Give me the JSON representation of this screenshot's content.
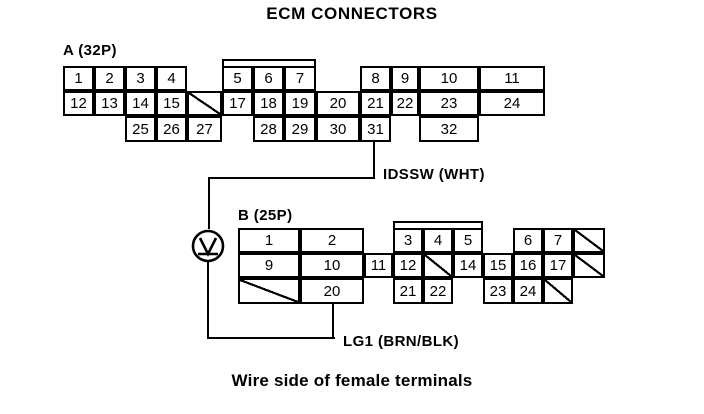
{
  "page": {
    "title": "ECM CONNECTORS",
    "caption": "Wire side of female terminals"
  },
  "connectors": [
    {
      "id": "A",
      "label": "A (32P)",
      "pin_count": 32,
      "rows": [
        [
          "1",
          "2",
          "3",
          "4",
          "",
          "5",
          "6",
          "7",
          "",
          "8",
          "9",
          "10",
          "11"
        ],
        [
          "12",
          "13",
          "14",
          "15",
          "diag",
          "17",
          "18",
          "19",
          "20",
          "21",
          "22",
          "23",
          "24"
        ],
        [
          "",
          "",
          "25",
          "26",
          "27",
          "",
          "28",
          "29",
          "30",
          "31",
          "",
          "32",
          ""
        ]
      ]
    },
    {
      "id": "B",
      "label": "B (25P)",
      "pin_count": 25,
      "rows": [
        [
          "1",
          "2",
          "",
          "3",
          "4",
          "5",
          "",
          "6",
          "7",
          "diag"
        ],
        [
          "9",
          "10",
          "11",
          "12",
          "diag",
          "14",
          "15",
          "16",
          "17",
          "diag"
        ],
        [
          "diag",
          "20",
          "",
          "21",
          "22",
          "",
          "23",
          "24",
          "diag",
          ""
        ]
      ]
    }
  ],
  "wires": [
    {
      "name": "IDSSW",
      "label": "IDSSW (WHT)",
      "color_code": "WHT",
      "from_pin": "A31"
    },
    {
      "name": "LG1",
      "label": "LG1 (BRN/BLK)",
      "color_code": "BRN/BLK",
      "from_pin": "B20"
    }
  ],
  "instrument": {
    "name": "voltmeter",
    "symbol": "V"
  },
  "colors": {
    "line": "#000000",
    "background": "#ffffff"
  }
}
